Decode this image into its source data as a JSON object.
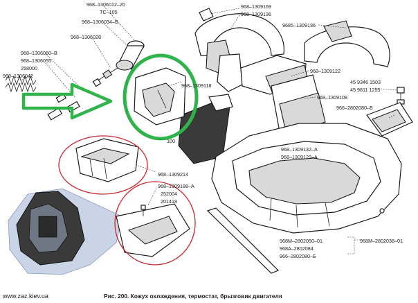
{
  "labels": {
    "l1": "968–1306012–20",
    "l2": "ТС–105",
    "l3": "968–1306034–Б",
    "l4": "968–1306028",
    "l5": "968–1306060–В",
    "l6": "968–1306055",
    "l7": "258000",
    "l8": "968–1306042",
    "l9": "968–1309169",
    "l10": "968–1309136",
    "l11": "9685–1309136",
    "l12": "968–1309122",
    "l13": "968–1309118",
    "l14": "45 9346 1503",
    "l15": "45 9811 1255",
    "l16": "968–1309108",
    "l17": "966–2802080–Б",
    "l18": "968–1309132–А",
    "l19": "968–1309129–А",
    "l20": "968–1309214",
    "l21": "968–1309188–А",
    "l22": "252004",
    "l23": "201418",
    "l24": "968М–2802050–01",
    "l25": "968А–2802084",
    "l26": "966–2802080–Б",
    "l27": "968М–2802038–01",
    "l28": "100"
  },
  "caption": "Рис. 200. Кожух охлаждения, термостат, брызговик двигателя",
  "website": "www.zaz.kiev.ua",
  "colors": {
    "arrow_green": "#2fb34a",
    "circle_green": "#2fb34a",
    "circle_red": "#c9272d",
    "ink": "#1c1c1c"
  }
}
